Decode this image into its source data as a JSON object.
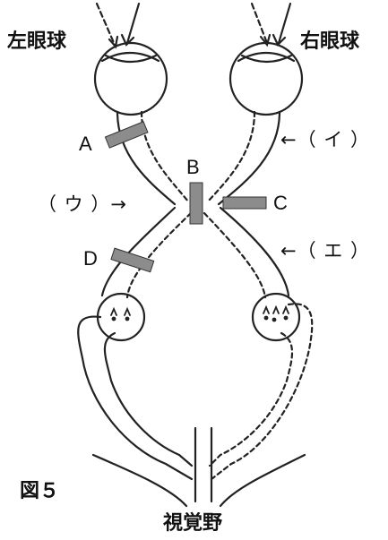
{
  "labels": {
    "left_eye": "左眼球",
    "right_eye": "右眼球",
    "visual_cortex": "視覚野",
    "figure": "図５",
    "A": "A",
    "B": "B",
    "C": "C",
    "D": "D",
    "i": "←（ イ ）",
    "u": "（ ウ ）→",
    "e": "←（ エ ）"
  },
  "colors": {
    "line": "#222222",
    "cut_bar": "#8c8c8c",
    "background": "#ffffff"
  }
}
